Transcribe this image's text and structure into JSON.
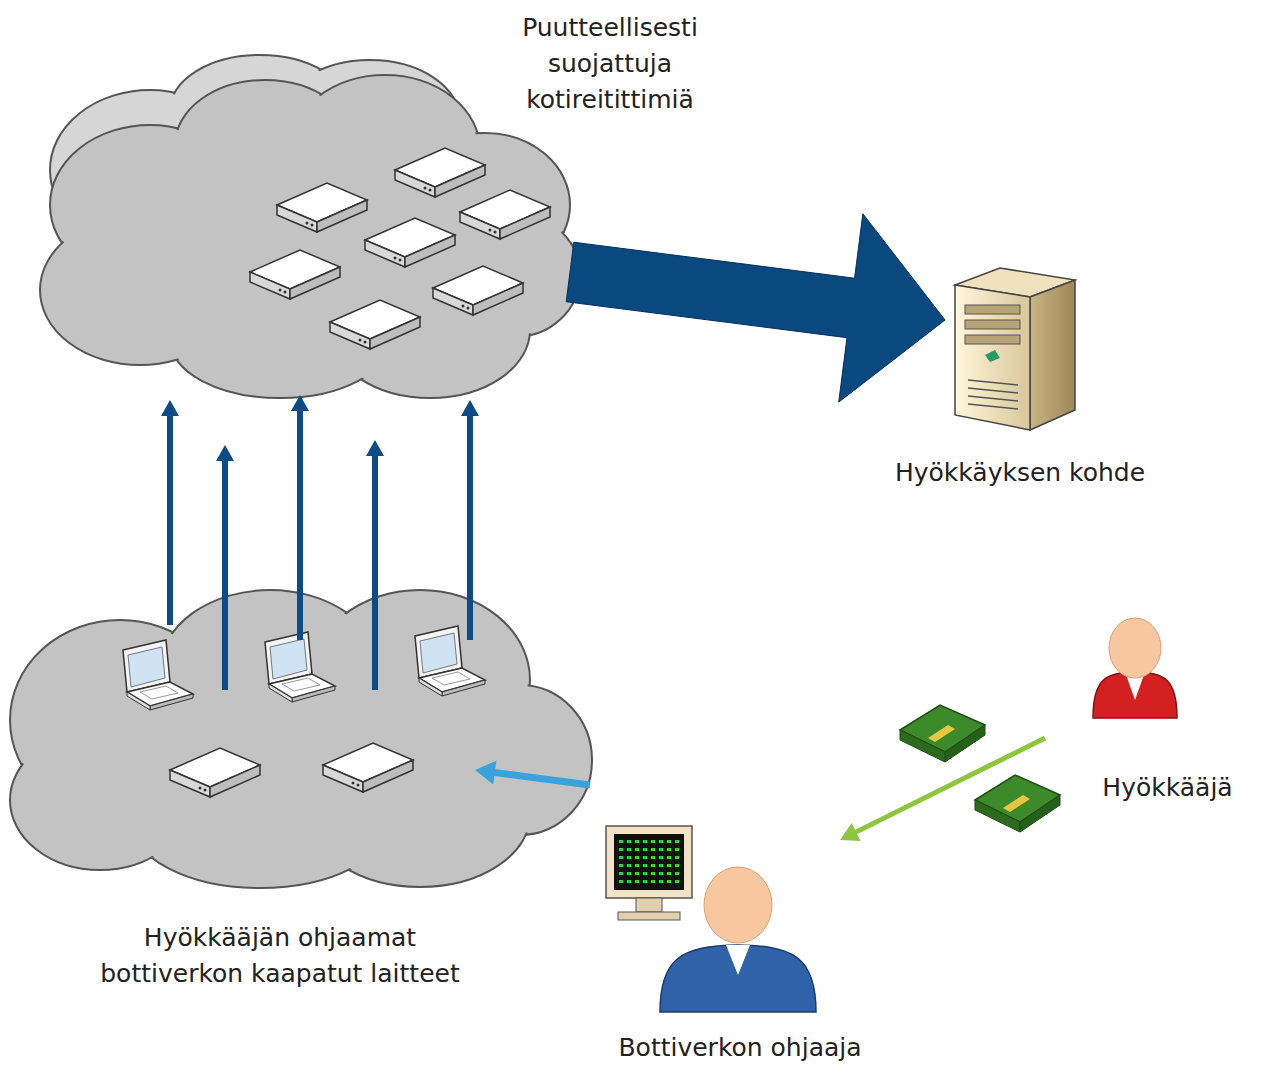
{
  "diagram": {
    "nodes": [
      {
        "text": [
          "Puutteellisesti suojattuja kotireitittimiä"
        ]
      },
      {
        "text": [
          "Hyökkäyksen kohde"
        ]
      },
      {
        "text": [
          "Hyökkääjän ohjaamat bottiverkon kaapatut laitteet"
        ]
      },
      {
        "text": [
          "Bottiverkon ohjaaja"
        ]
      },
      {
        "text": [
          "Hyökkääjä"
        ]
      }
    ],
    "edges": [
      {
        "from": 2,
        "to": 0,
        "arrow": "to"
      },
      {
        "from": 2,
        "to": 0,
        "arrow": "to"
      },
      {
        "from": 2,
        "to": 0,
        "arrow": "to"
      },
      {
        "from": 2,
        "to": 0,
        "arrow": "to"
      },
      {
        "from": 2,
        "to": 0,
        "arrow": "to"
      },
      {
        "from": 0,
        "to": 1,
        "arrow": "to"
      },
      {
        "from": 3,
        "to": 2,
        "arrow": "to"
      },
      {
        "from": 4,
        "to": 3,
        "arrow": "to"
      }
    ]
  }
}
